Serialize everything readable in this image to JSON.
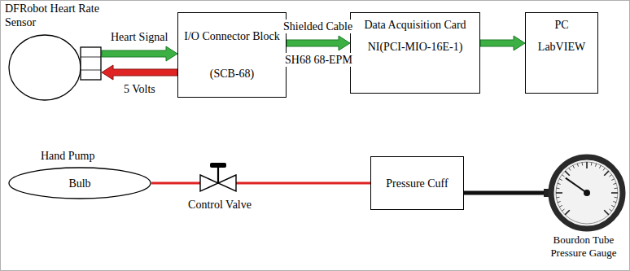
{
  "diagram": {
    "nodes": [
      {
        "text": [
          "DFRobot Heart Rate Sensor"
        ]
      },
      {
        "text": [
          "I/O Connector Block",
          "(SCB-68)"
        ]
      },
      {
        "text": [
          "Data Acquisition Card",
          "NI(PCI-MIO-16E-1)"
        ]
      },
      {
        "text": [
          "PC",
          "LabVIEW"
        ]
      },
      {
        "text": [
          "Hand Pump",
          "Bulb"
        ]
      },
      {
        "text": [
          "Control Valve"
        ]
      },
      {
        "text": [
          "Pressure Cuff"
        ]
      },
      {
        "text": [
          "Bourdon Tube Pressure Gauge"
        ]
      }
    ],
    "edges": [
      {
        "from": 0,
        "to": 1,
        "arrow": "to",
        "label": "Heart Signal"
      },
      {
        "from": 1,
        "to": 0,
        "arrow": "to",
        "label": "5 Volts"
      },
      {
        "from": 1,
        "to": 2,
        "arrow": "to",
        "label": "Shielded Cable"
      },
      {
        "from": 2,
        "to": 3,
        "arrow": "to"
      },
      {
        "from": 4,
        "to": 5,
        "arrow": "none"
      },
      {
        "from": 5,
        "to": 6,
        "arrow": "none"
      },
      {
        "from": 6,
        "to": 7,
        "arrow": "none"
      }
    ],
    "labels": [
      "SH68 68-EPM"
    ]
  }
}
